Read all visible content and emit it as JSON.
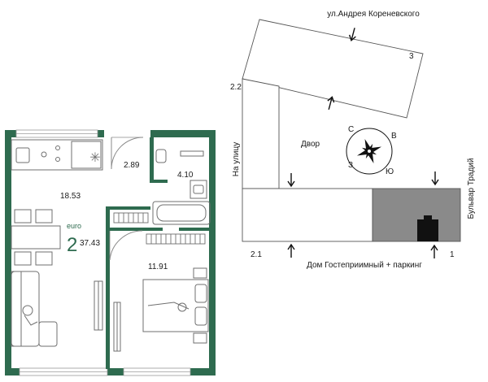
{
  "floor_plan": {
    "rooms": {
      "kitchen_living": "18.53",
      "hall": "2.89",
      "bathroom": "4.10",
      "bedroom": "11.91"
    },
    "type_label": "euro",
    "room_count": "2",
    "total_area": "37.43",
    "colors": {
      "wall": "#2e6b4f",
      "furniture": "#6f6f6f"
    }
  },
  "site_plan": {
    "street_top": "ул.Андрея Кореневского",
    "street_left": "На улицу",
    "street_right": "Бульвар Традий",
    "courtyard": "Двор",
    "bottom_label": "Дом Гостеприимный + паркинг",
    "points": {
      "p3": "3",
      "p2_2": "2.2",
      "p2_1": "2.1",
      "p1": "1"
    },
    "compass": {
      "north": "С",
      "east": "В",
      "south": "Ю",
      "west": "З"
    },
    "colors": {
      "building_fill": "#8a8a8a",
      "marker": "#111111"
    }
  }
}
